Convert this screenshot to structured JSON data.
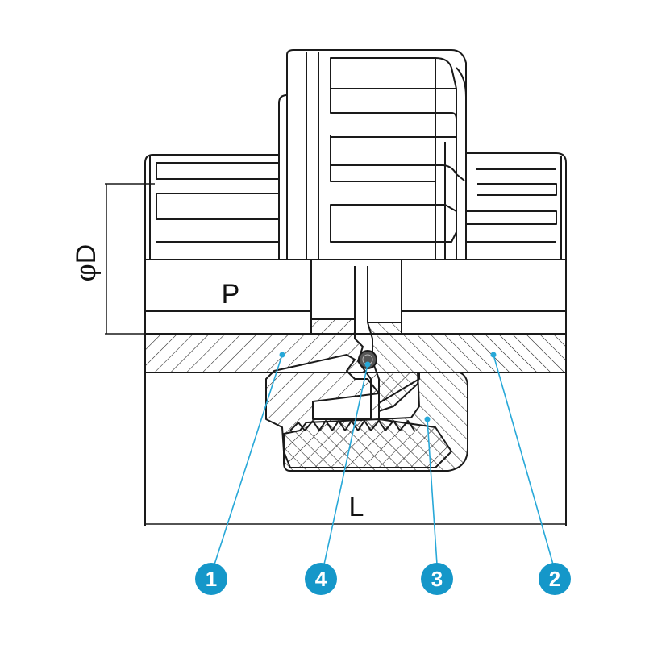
{
  "labels": {
    "diameter": "φD",
    "pressure_side": "P",
    "length": "L"
  },
  "callouts": [
    {
      "number": "1"
    },
    {
      "number": "4"
    },
    {
      "number": "3"
    },
    {
      "number": "2"
    }
  ],
  "colors": {
    "line": "#1a1a1a",
    "callout_fill": "#1597c9",
    "leader": "#27a8d8"
  }
}
